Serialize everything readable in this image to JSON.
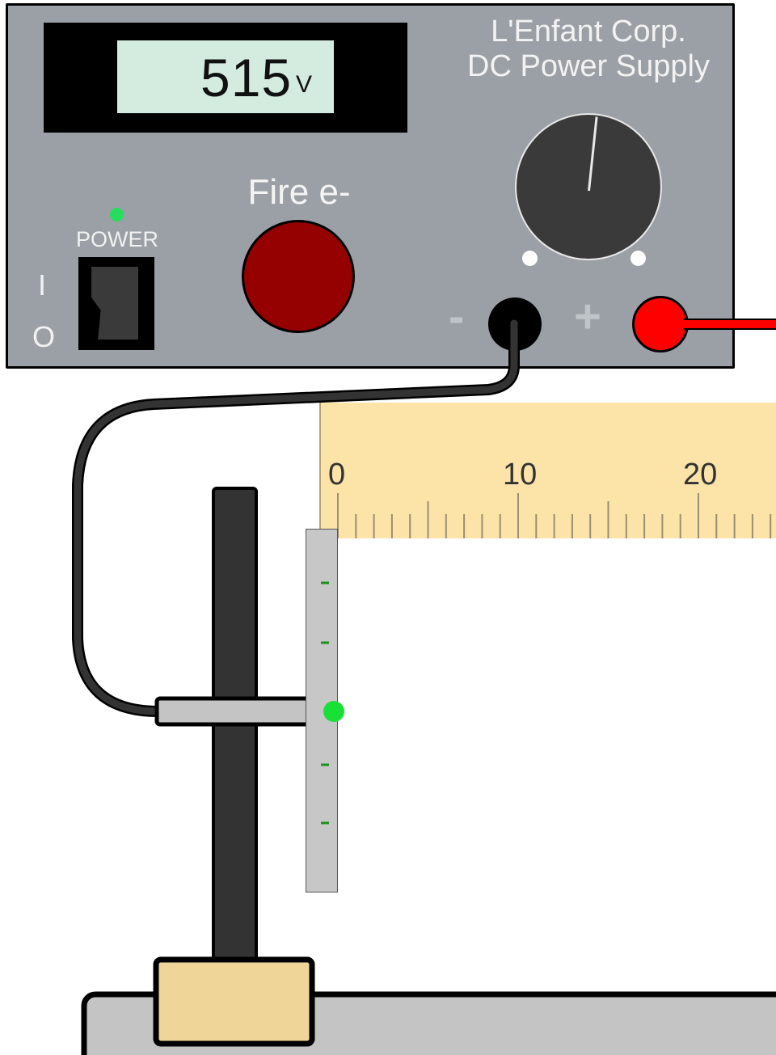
{
  "power_supply": {
    "brand_line1": "L'Enfant Corp.",
    "brand_line2": "DC Power Supply",
    "voltage_value": "515",
    "voltage_unit": "V",
    "power_label": "POWER",
    "switch_on_label": "I",
    "switch_off_label": "O",
    "fire_label": "Fire e-",
    "negative_label": "-",
    "positive_label": "+",
    "power_led_color": "#27dd5c",
    "fire_button_color": "#950000",
    "positive_terminal_color": "#ff0000"
  },
  "ruler": {
    "labels": [
      "0",
      "10",
      "20"
    ]
  },
  "apparatus": {
    "indicator_color": "#19e036"
  }
}
